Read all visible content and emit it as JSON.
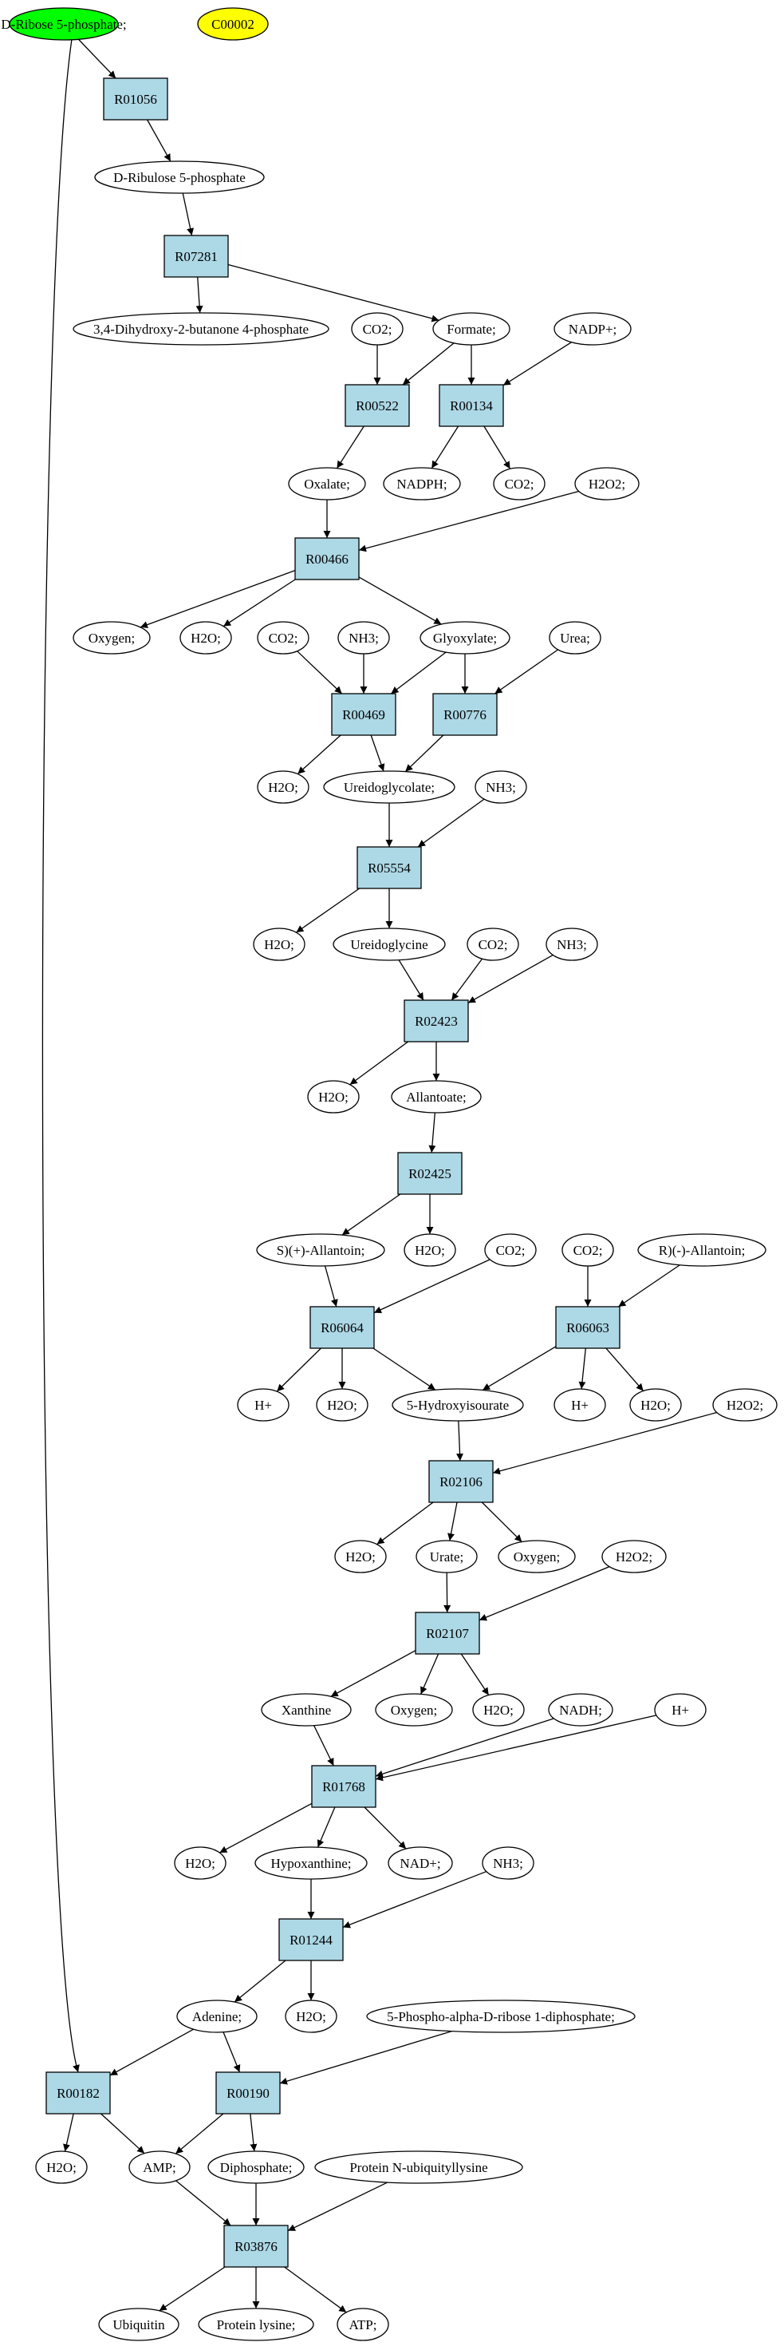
{
  "diagram": {
    "colors": {
      "reaction_fill": "#add8e6",
      "compound_fill": "#ffffff",
      "source_fill": "#00ff00",
      "start_fill": "#ffff00",
      "stroke": "#000000"
    },
    "nodes": [
      {
        "id": "ribose5p",
        "label": "D-Ribose 5-phosphate;",
        "kind": "compound",
        "fill": "#00ff00"
      },
      {
        "id": "c00002",
        "label": "C00002",
        "kind": "compound",
        "fill": "#ffff00"
      },
      {
        "id": "r01056",
        "label": "R01056",
        "kind": "reaction"
      },
      {
        "id": "ribulose5p",
        "label": "D-Ribulose 5-phosphate",
        "kind": "compound"
      },
      {
        "id": "r07281",
        "label": "R07281",
        "kind": "reaction"
      },
      {
        "id": "dihydroxy",
        "label": "3,4-Dihydroxy-2-butanone 4-phosphate",
        "kind": "compound"
      },
      {
        "id": "co2_a",
        "label": "CO2;",
        "kind": "compound"
      },
      {
        "id": "formate",
        "label": "Formate;",
        "kind": "compound"
      },
      {
        "id": "nadp",
        "label": "NADP+;",
        "kind": "compound"
      },
      {
        "id": "r00522",
        "label": "R00522",
        "kind": "reaction"
      },
      {
        "id": "r00134",
        "label": "R00134",
        "kind": "reaction"
      },
      {
        "id": "oxalate",
        "label": "Oxalate;",
        "kind": "compound"
      },
      {
        "id": "nadph",
        "label": "NADPH;",
        "kind": "compound"
      },
      {
        "id": "co2_b",
        "label": "CO2;",
        "kind": "compound"
      },
      {
        "id": "h2o2_a",
        "label": "H2O2;",
        "kind": "compound"
      },
      {
        "id": "r00466",
        "label": "R00466",
        "kind": "reaction"
      },
      {
        "id": "oxygen_a",
        "label": "Oxygen;",
        "kind": "compound"
      },
      {
        "id": "h2o_a",
        "label": "H2O;",
        "kind": "compound"
      },
      {
        "id": "co2_c",
        "label": "CO2;",
        "kind": "compound"
      },
      {
        "id": "nh3_a",
        "label": "NH3;",
        "kind": "compound"
      },
      {
        "id": "glyoxylate",
        "label": "Glyoxylate;",
        "kind": "compound"
      },
      {
        "id": "urea",
        "label": "Urea;",
        "kind": "compound"
      },
      {
        "id": "r00469",
        "label": "R00469",
        "kind": "reaction"
      },
      {
        "id": "r00776",
        "label": "R00776",
        "kind": "reaction"
      },
      {
        "id": "h2o_b",
        "label": "H2O;",
        "kind": "compound"
      },
      {
        "id": "ureidoglycolate",
        "label": "Ureidoglycolate;",
        "kind": "compound"
      },
      {
        "id": "nh3_b",
        "label": "NH3;",
        "kind": "compound"
      },
      {
        "id": "r05554",
        "label": "R05554",
        "kind": "reaction"
      },
      {
        "id": "h2o_c",
        "label": "H2O;",
        "kind": "compound"
      },
      {
        "id": "ureidoglycine",
        "label": "Ureidoglycine",
        "kind": "compound"
      },
      {
        "id": "co2_d",
        "label": "CO2;",
        "kind": "compound"
      },
      {
        "id": "nh3_c",
        "label": "NH3;",
        "kind": "compound"
      },
      {
        "id": "r02423",
        "label": "R02423",
        "kind": "reaction"
      },
      {
        "id": "h2o_d",
        "label": "H2O;",
        "kind": "compound"
      },
      {
        "id": "allantoate",
        "label": "Allantoate;",
        "kind": "compound"
      },
      {
        "id": "r02425",
        "label": "R02425",
        "kind": "reaction"
      },
      {
        "id": "s_allantoin",
        "label": "S)(+)-Allantoin;",
        "kind": "compound"
      },
      {
        "id": "h2o_e",
        "label": "H2O;",
        "kind": "compound"
      },
      {
        "id": "co2_e",
        "label": "CO2;",
        "kind": "compound"
      },
      {
        "id": "co2_f",
        "label": "CO2;",
        "kind": "compound"
      },
      {
        "id": "r_allantoin",
        "label": "R)(-)-Allantoin;",
        "kind": "compound"
      },
      {
        "id": "r06064",
        "label": "R06064",
        "kind": "reaction"
      },
      {
        "id": "r06063",
        "label": "R06063",
        "kind": "reaction"
      },
      {
        "id": "hplus_a",
        "label": "H+",
        "kind": "compound"
      },
      {
        "id": "h2o_f",
        "label": "H2O;",
        "kind": "compound"
      },
      {
        "id": "hydroxyisourate",
        "label": "5-Hydroxyisourate",
        "kind": "compound"
      },
      {
        "id": "hplus_b",
        "label": "H+",
        "kind": "compound"
      },
      {
        "id": "h2o_g",
        "label": "H2O;",
        "kind": "compound"
      },
      {
        "id": "h2o2_b",
        "label": "H2O2;",
        "kind": "compound"
      },
      {
        "id": "r02106",
        "label": "R02106",
        "kind": "reaction"
      },
      {
        "id": "h2o_h",
        "label": "H2O;",
        "kind": "compound"
      },
      {
        "id": "urate",
        "label": "Urate;",
        "kind": "compound"
      },
      {
        "id": "oxygen_b",
        "label": "Oxygen;",
        "kind": "compound"
      },
      {
        "id": "h2o2_c",
        "label": "H2O2;",
        "kind": "compound"
      },
      {
        "id": "r02107",
        "label": "R02107",
        "kind": "reaction"
      },
      {
        "id": "xanthine",
        "label": "Xanthine",
        "kind": "compound"
      },
      {
        "id": "oxygen_c",
        "label": "Oxygen;",
        "kind": "compound"
      },
      {
        "id": "h2o_i",
        "label": "H2O;",
        "kind": "compound"
      },
      {
        "id": "nadh",
        "label": "NADH;",
        "kind": "compound"
      },
      {
        "id": "hplus_c",
        "label": "H+",
        "kind": "compound"
      },
      {
        "id": "r01768",
        "label": "R01768",
        "kind": "reaction"
      },
      {
        "id": "h2o_j",
        "label": "H2O;",
        "kind": "compound"
      },
      {
        "id": "hypoxanthine",
        "label": "Hypoxanthine;",
        "kind": "compound"
      },
      {
        "id": "nad",
        "label": "NAD+;",
        "kind": "compound"
      },
      {
        "id": "nh3_d",
        "label": "NH3;",
        "kind": "compound"
      },
      {
        "id": "r01244",
        "label": "R01244",
        "kind": "reaction"
      },
      {
        "id": "adenine",
        "label": "Adenine;",
        "kind": "compound"
      },
      {
        "id": "h2o_k",
        "label": "H2O;",
        "kind": "compound"
      },
      {
        "id": "prpp",
        "label": "5-Phospho-alpha-D-ribose 1-diphosphate;",
        "kind": "compound"
      },
      {
        "id": "r00182",
        "label": "R00182",
        "kind": "reaction"
      },
      {
        "id": "r00190",
        "label": "R00190",
        "kind": "reaction"
      },
      {
        "id": "h2o_l",
        "label": "H2O;",
        "kind": "compound"
      },
      {
        "id": "amp",
        "label": "AMP;",
        "kind": "compound"
      },
      {
        "id": "diphosphate",
        "label": "Diphosphate;",
        "kind": "compound"
      },
      {
        "id": "protein_nub",
        "label": "Protein N-ubiquityllysine",
        "kind": "compound"
      },
      {
        "id": "r03876",
        "label": "R03876",
        "kind": "reaction"
      },
      {
        "id": "ubiquitin",
        "label": "Ubiquitin",
        "kind": "compound"
      },
      {
        "id": "protein_lysine",
        "label": "Protein lysine;",
        "kind": "compound"
      },
      {
        "id": "atp",
        "label": "ATP;",
        "kind": "compound"
      }
    ],
    "edges": [
      [
        "ribose5p",
        "r01056"
      ],
      [
        "ribose5p",
        "r00182"
      ],
      [
        "r01056",
        "ribulose5p"
      ],
      [
        "ribulose5p",
        "r07281"
      ],
      [
        "r07281",
        "dihydroxy"
      ],
      [
        "r07281",
        "formate"
      ],
      [
        "co2_a",
        "r00522"
      ],
      [
        "formate",
        "r00522"
      ],
      [
        "formate",
        "r00134"
      ],
      [
        "nadp",
        "r00134"
      ],
      [
        "r00522",
        "oxalate"
      ],
      [
        "r00134",
        "nadph"
      ],
      [
        "r00134",
        "co2_b"
      ],
      [
        "oxalate",
        "r00466"
      ],
      [
        "h2o2_a",
        "r00466"
      ],
      [
        "r00466",
        "oxygen_a"
      ],
      [
        "r00466",
        "h2o_a"
      ],
      [
        "r00466",
        "glyoxylate"
      ],
      [
        "co2_c",
        "r00469"
      ],
      [
        "nh3_a",
        "r00469"
      ],
      [
        "glyoxylate",
        "r00469"
      ],
      [
        "glyoxylate",
        "r00776"
      ],
      [
        "urea",
        "r00776"
      ],
      [
        "r00469",
        "h2o_b"
      ],
      [
        "r00469",
        "ureidoglycolate"
      ],
      [
        "r00776",
        "ureidoglycolate"
      ],
      [
        "ureidoglycolate",
        "r05554"
      ],
      [
        "nh3_b",
        "r05554"
      ],
      [
        "r05554",
        "h2o_c"
      ],
      [
        "r05554",
        "ureidoglycine"
      ],
      [
        "ureidoglycine",
        "r02423"
      ],
      [
        "co2_d",
        "r02423"
      ],
      [
        "nh3_c",
        "r02423"
      ],
      [
        "r02423",
        "h2o_d"
      ],
      [
        "r02423",
        "allantoate"
      ],
      [
        "allantoate",
        "r02425"
      ],
      [
        "r02425",
        "s_allantoin"
      ],
      [
        "r02425",
        "h2o_e"
      ],
      [
        "s_allantoin",
        "r06064"
      ],
      [
        "co2_e",
        "r06064"
      ],
      [
        "co2_f",
        "r06063"
      ],
      [
        "r_allantoin",
        "r06063"
      ],
      [
        "r06064",
        "hplus_a"
      ],
      [
        "r06064",
        "h2o_f"
      ],
      [
        "r06064",
        "hydroxyisourate"
      ],
      [
        "r06063",
        "hydroxyisourate"
      ],
      [
        "r06063",
        "hplus_b"
      ],
      [
        "r06063",
        "h2o_g"
      ],
      [
        "hydroxyisourate",
        "r02106"
      ],
      [
        "h2o2_b",
        "r02106"
      ],
      [
        "r02106",
        "h2o_h"
      ],
      [
        "r02106",
        "urate"
      ],
      [
        "r02106",
        "oxygen_b"
      ],
      [
        "urate",
        "r02107"
      ],
      [
        "h2o2_c",
        "r02107"
      ],
      [
        "r02107",
        "xanthine"
      ],
      [
        "r02107",
        "oxygen_c"
      ],
      [
        "r02107",
        "h2o_i"
      ],
      [
        "xanthine",
        "r01768"
      ],
      [
        "nadh",
        "r01768"
      ],
      [
        "hplus_c",
        "r01768"
      ],
      [
        "r01768",
        "h2o_j"
      ],
      [
        "r01768",
        "hypoxanthine"
      ],
      [
        "r01768",
        "nad"
      ],
      [
        "hypoxanthine",
        "r01244"
      ],
      [
        "nh3_d",
        "r01244"
      ],
      [
        "r01244",
        "adenine"
      ],
      [
        "r01244",
        "h2o_k"
      ],
      [
        "adenine",
        "r00182"
      ],
      [
        "adenine",
        "r00190"
      ],
      [
        "prpp",
        "r00190"
      ],
      [
        "r00182",
        "h2o_l"
      ],
      [
        "r00182",
        "amp"
      ],
      [
        "r00190",
        "amp"
      ],
      [
        "r00190",
        "diphosphate"
      ],
      [
        "amp",
        "r03876"
      ],
      [
        "diphosphate",
        "r03876"
      ],
      [
        "protein_nub",
        "r03876"
      ],
      [
        "r03876",
        "ubiquitin"
      ],
      [
        "r03876",
        "protein_lysine"
      ],
      [
        "r03876",
        "atp"
      ]
    ]
  }
}
